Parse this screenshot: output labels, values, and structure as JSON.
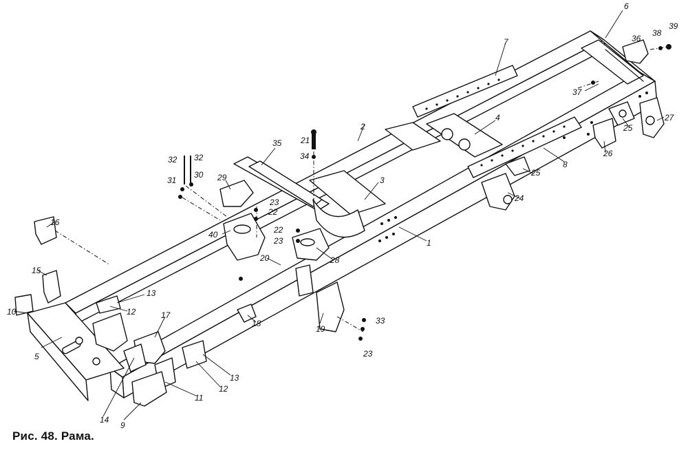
{
  "caption": "Рис. 48. Рама.",
  "callouts": [
    "1",
    "2",
    "3",
    "4",
    "5",
    "6",
    "7",
    "8",
    "9",
    "10",
    "11",
    "12",
    "12",
    "13",
    "13",
    "14",
    "15",
    "16",
    "17",
    "18",
    "19",
    "20",
    "21",
    "22",
    "22",
    "23",
    "23",
    "23",
    "24",
    "25",
    "25",
    "26",
    "27",
    "28",
    "29",
    "30",
    "31",
    "32",
    "32",
    "33",
    "34",
    "35",
    "36",
    "37",
    "38",
    "39",
    "40"
  ]
}
